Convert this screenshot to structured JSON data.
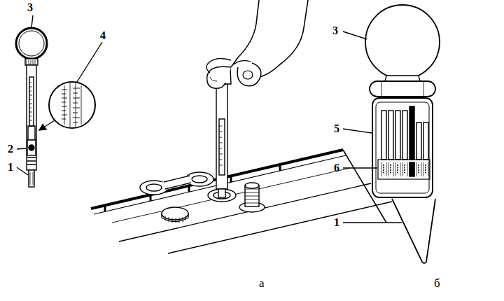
{
  "diagram": {
    "labels": [
      "3",
      "4",
      "2",
      "1",
      "3",
      "5",
      "6",
      "1",
      "а",
      "б"
    ]
  }
}
